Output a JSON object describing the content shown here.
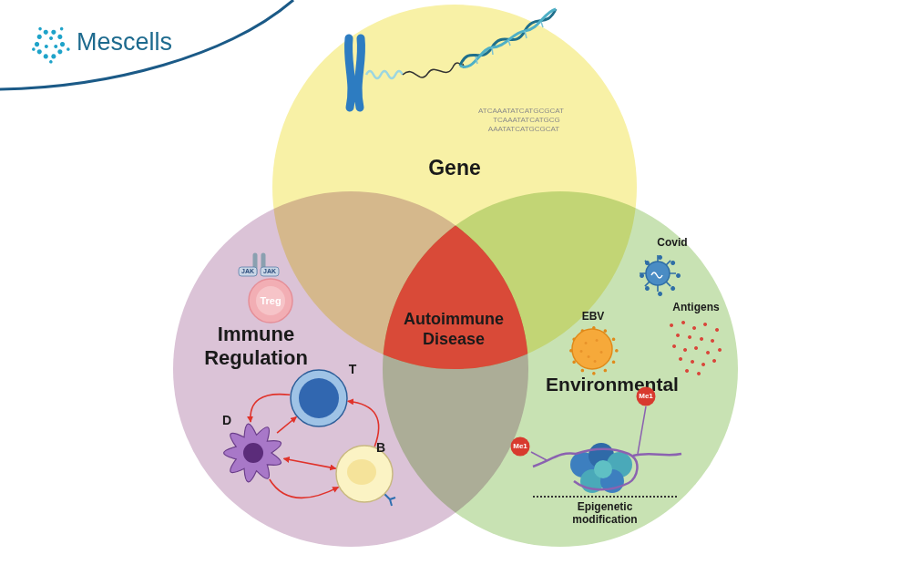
{
  "diagram": {
    "nodes": [
      {
        "text": [
          "Gene"
        ]
      },
      {
        "text": [
          "Immune Regulation"
        ]
      },
      {
        "text": [
          "JAK"
        ],
        "in": 1
      },
      {
        "text": [
          "JAK"
        ],
        "in": 1
      },
      {
        "text": [
          "Treg"
        ],
        "in": 1
      },
      {
        "text": [
          "T"
        ],
        "in": 1
      },
      {
        "text": [
          "D"
        ],
        "in": 1
      },
      {
        "text": [
          "B"
        ],
        "in": 1
      },
      {
        "text": [
          "Autoimmune Disease"
        ]
      },
      {
        "text": [
          "Environmental"
        ]
      },
      {
        "text": [
          "Me1"
        ],
        "in": 9
      },
      {
        "text": [
          "Me1"
        ],
        "in": 9
      }
    ],
    "edges": [
      {
        "from": 5,
        "to": 6,
        "arrow": "to"
      },
      {
        "from": 7,
        "to": 5,
        "arrow": "to"
      },
      {
        "from": 6,
        "to": 7,
        "arrow": "to"
      },
      {
        "from": 6,
        "to": 5,
        "arrow": "to"
      },
      {
        "from": 6,
        "to": 7,
        "arrow": "both"
      }
    ],
    "labels": [
      "Mescells",
      "ATCAAATATCATGCGCAT",
      "TCAAATATCATGCG",
      "AAATATCATGCGCAT",
      "Covid",
      "EBV",
      "Antigens",
      "Epigenetic modification"
    ]
  }
}
